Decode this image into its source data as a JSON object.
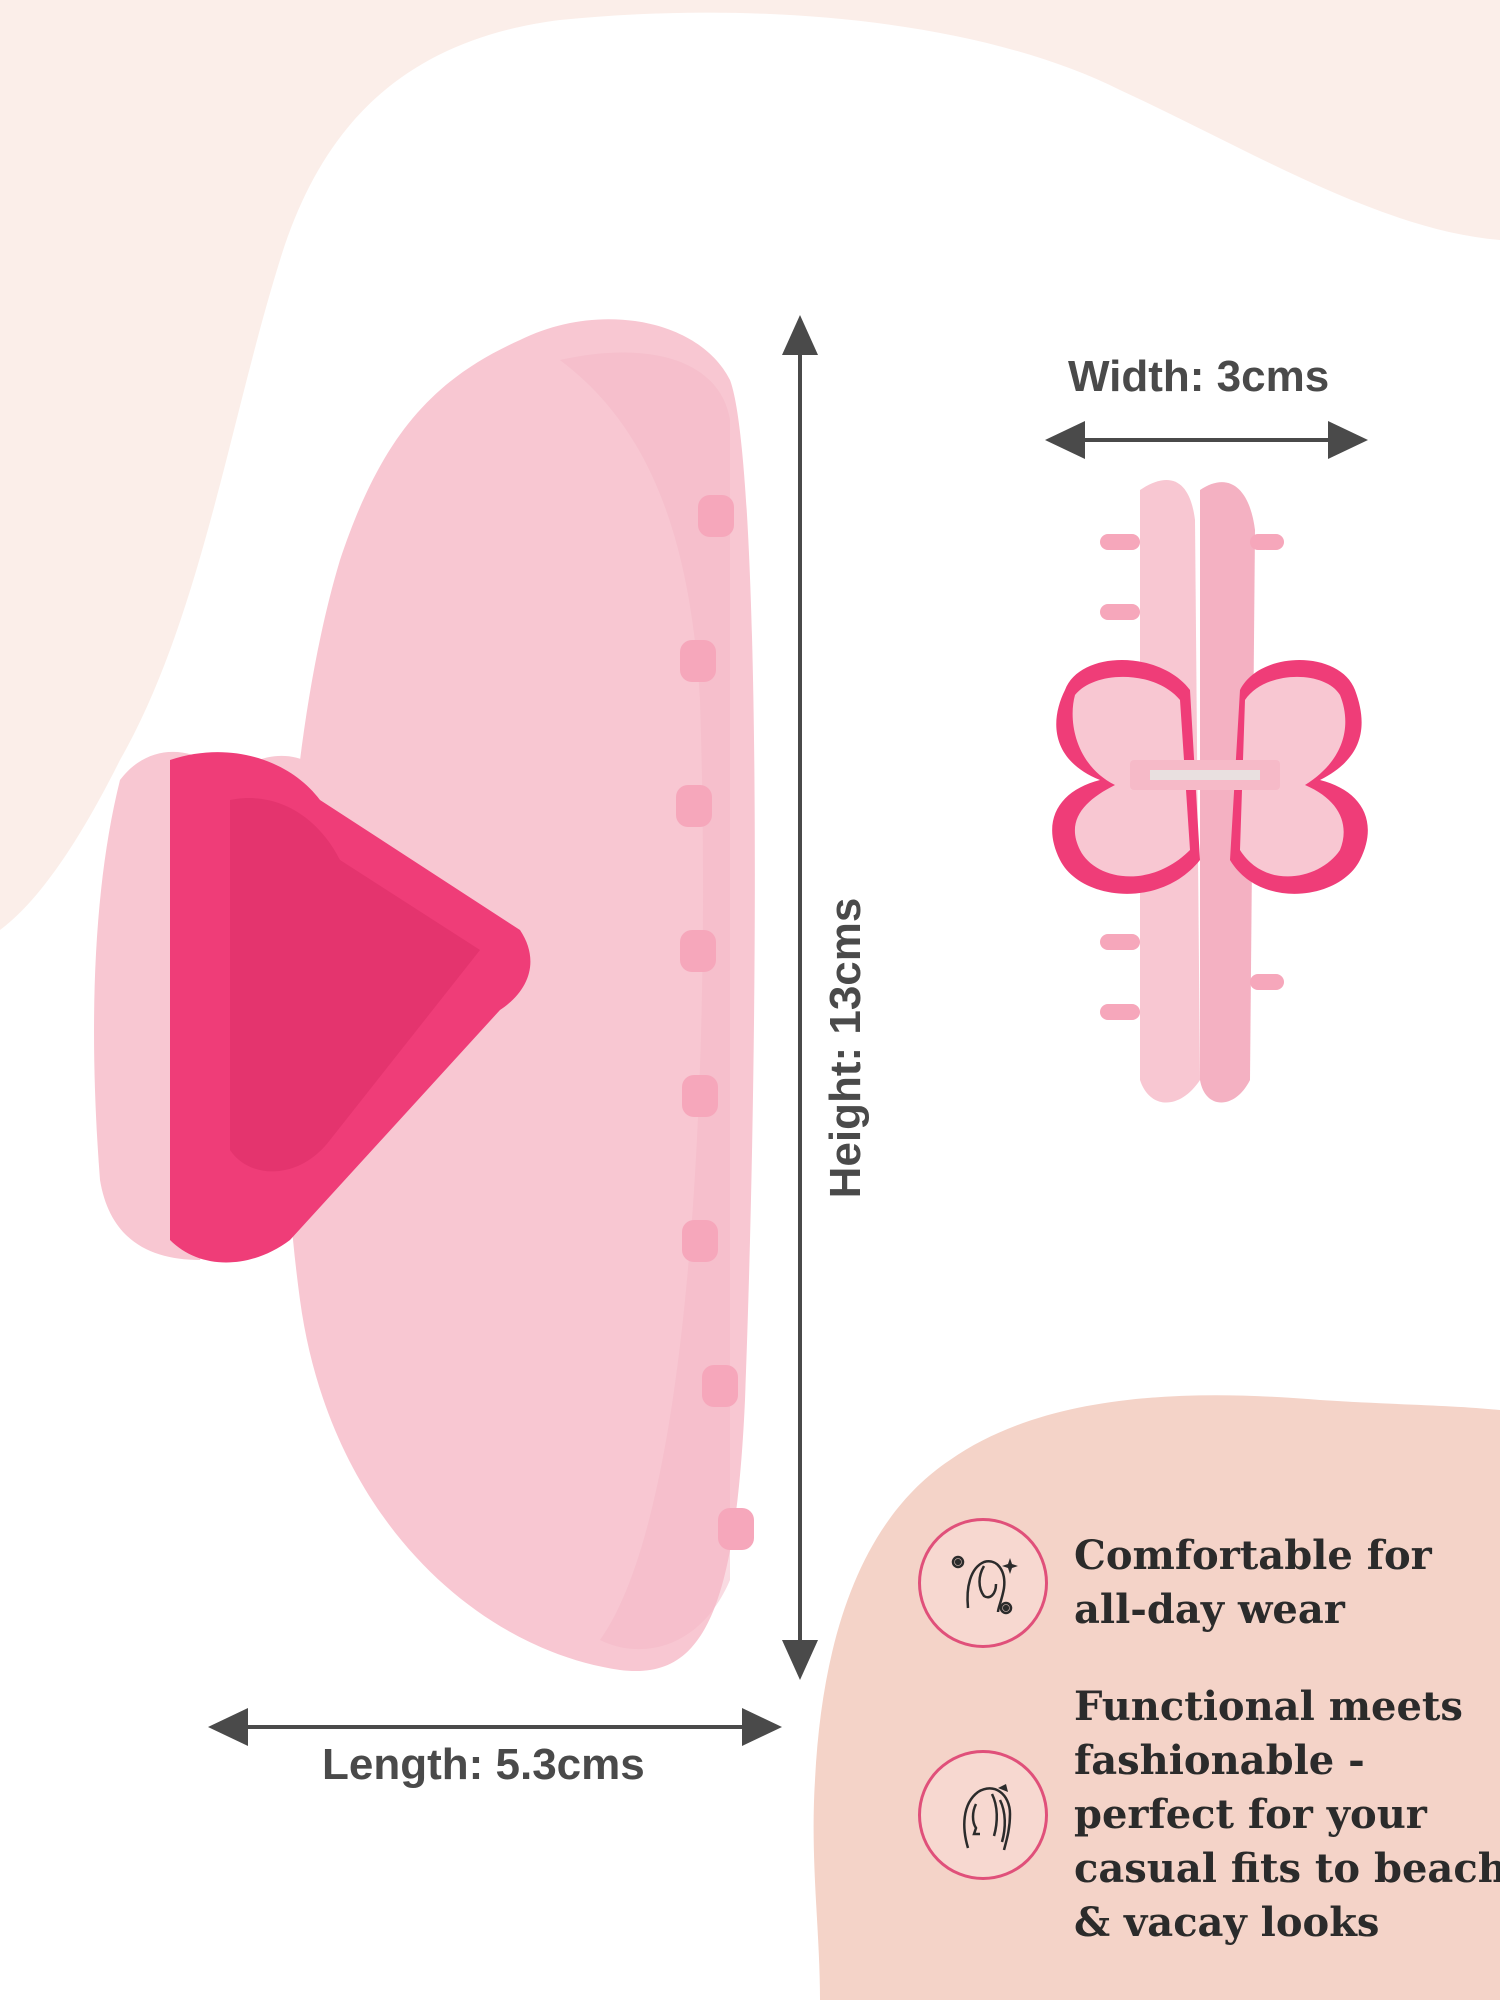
{
  "product": {
    "dimensions": {
      "width_label": "Width: 3cms",
      "height_label": "Height: 13cms",
      "length_label": "Length: 5.3cms"
    },
    "features": [
      {
        "icon": "woman-with-flowers-icon",
        "text": "Comfortable for\nall-day wear"
      },
      {
        "icon": "woman-hair-clip-icon",
        "text": "Functional meets\nfashionable -\nperfect for your\ncasual fits to beach\n& vacay looks"
      }
    ]
  },
  "colors": {
    "background": "#ffffff",
    "blob_top": "#fbeee9",
    "blob_bottom": "#f4d3c8",
    "clip_light": "#f8c7d2",
    "clip_pink": "#ef3d78",
    "arrow": "#4a4a4a"
  }
}
